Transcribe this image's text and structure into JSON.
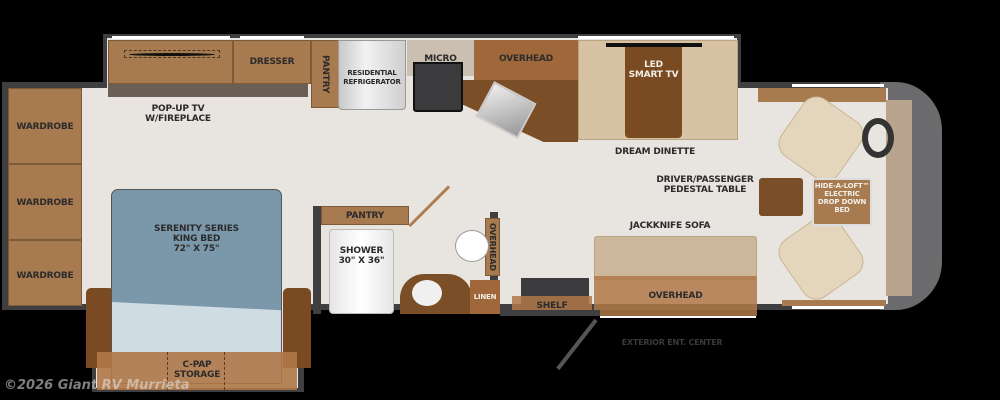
{
  "floorplan": {
    "rooms": {
      "wardrobes": [
        "WARDROBE",
        "WARDROBE",
        "WARDROBE"
      ],
      "popup_tv": "POP-UP TV\nW/FIREPLACE",
      "dresser": "DRESSER",
      "pantry_top": "PANTRY",
      "refrigerator": "RESIDENTIAL\nREFRIGERATOR",
      "micro": "MICRO",
      "overhead_kitchen": "OVERHEAD",
      "tv": "LED\nSMART TV",
      "dinette": "DREAM DINETTE",
      "pedestal_table": "DRIVER/PASSENGER\nPEDESTAL TABLE",
      "loft_bed": "HIDE-A-LOFT™\nELECTRIC\nDROP DOWN\nBED",
      "sofa": "JACKKNIFE SOFA",
      "overhead_sofa": "OVERHEAD",
      "shelf": "SHELF",
      "linen": "LINEN",
      "overhead_bath": "OVERHEAD",
      "pantry_bath": "PANTRY",
      "shower": "SHOWER\n30\" X 36\"",
      "bed": "SERENITY SERIES\nKING BED\n72\" X 75\"",
      "cpap": "C-PAP\nSTORAGE",
      "exterior": "EXTERIOR ENT. CENTER"
    },
    "watermark": "©2026 Giant RV Murrieta",
    "colors": {
      "cabinet": "#a77a4f",
      "cabinet_dark": "#7a4f27",
      "floor": "#e8e5e1",
      "wall": "#3f3f41",
      "bed": "#7a98aa",
      "upholstery": "#cdb79a"
    }
  }
}
